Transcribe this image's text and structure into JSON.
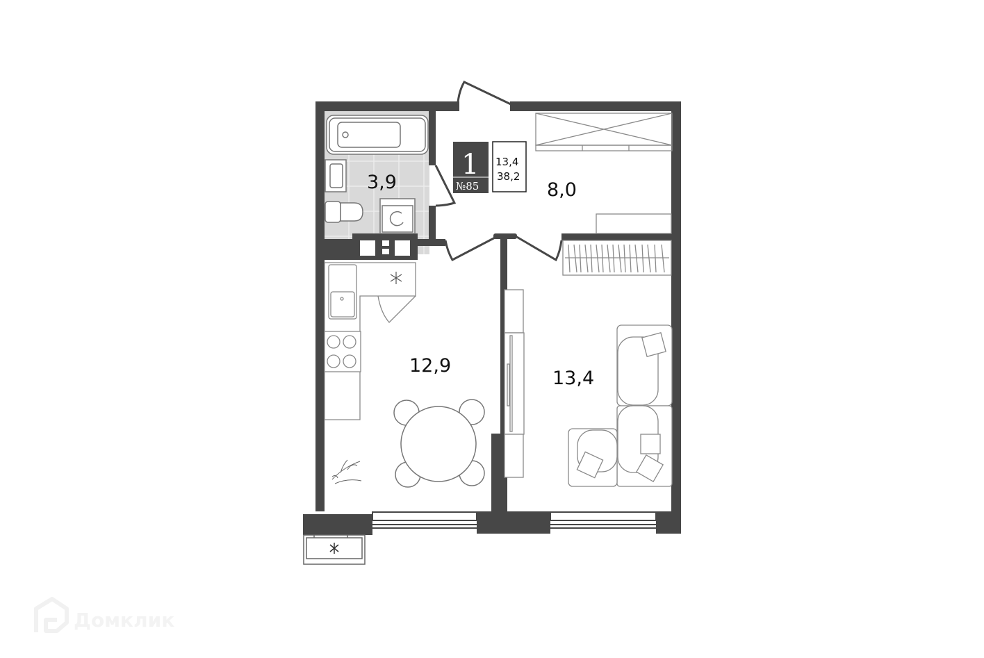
{
  "plan": {
    "rooms": [
      {
        "id": "bathroom",
        "area": "3,9"
      },
      {
        "id": "hallway",
        "area": "8,0"
      },
      {
        "id": "kitchen",
        "area": "12,9"
      },
      {
        "id": "living-room",
        "area": "13,4"
      }
    ],
    "badge": {
      "rooms_count": "1",
      "apartment_no": "№85",
      "living_area": "13,4",
      "total_area": "38,2"
    }
  },
  "watermark": {
    "text": "Домклик"
  },
  "colors": {
    "wall": "#474747",
    "tile": "#d9d9d9",
    "furniture": "#8a8a8a"
  }
}
